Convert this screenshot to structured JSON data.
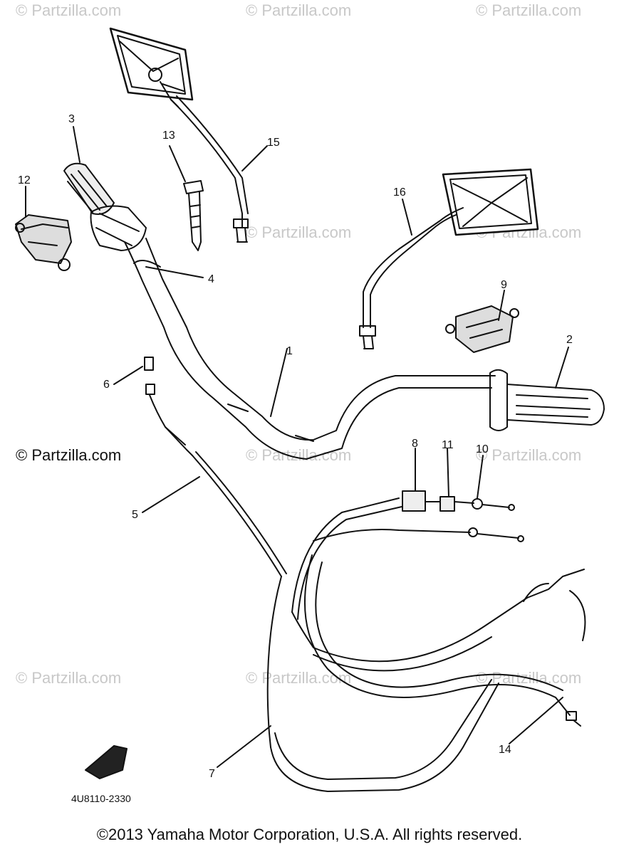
{
  "watermarks": {
    "faint": "© Partzilla.com",
    "strong": "© Partzilla.com"
  },
  "callouts": {
    "c1": "1",
    "c2": "2",
    "c3": "3",
    "c4": "4",
    "c5": "5",
    "c6": "6",
    "c7": "7",
    "c8": "8",
    "c9": "9",
    "c10": "10",
    "c11": "11",
    "c12": "12",
    "c13": "13",
    "c14": "14",
    "c15": "15",
    "c16": "16"
  },
  "diagram_code": "4U8110-2330",
  "copyright": "©2013 Yamaha Motor Corporation, U.S.A. All rights reserved."
}
